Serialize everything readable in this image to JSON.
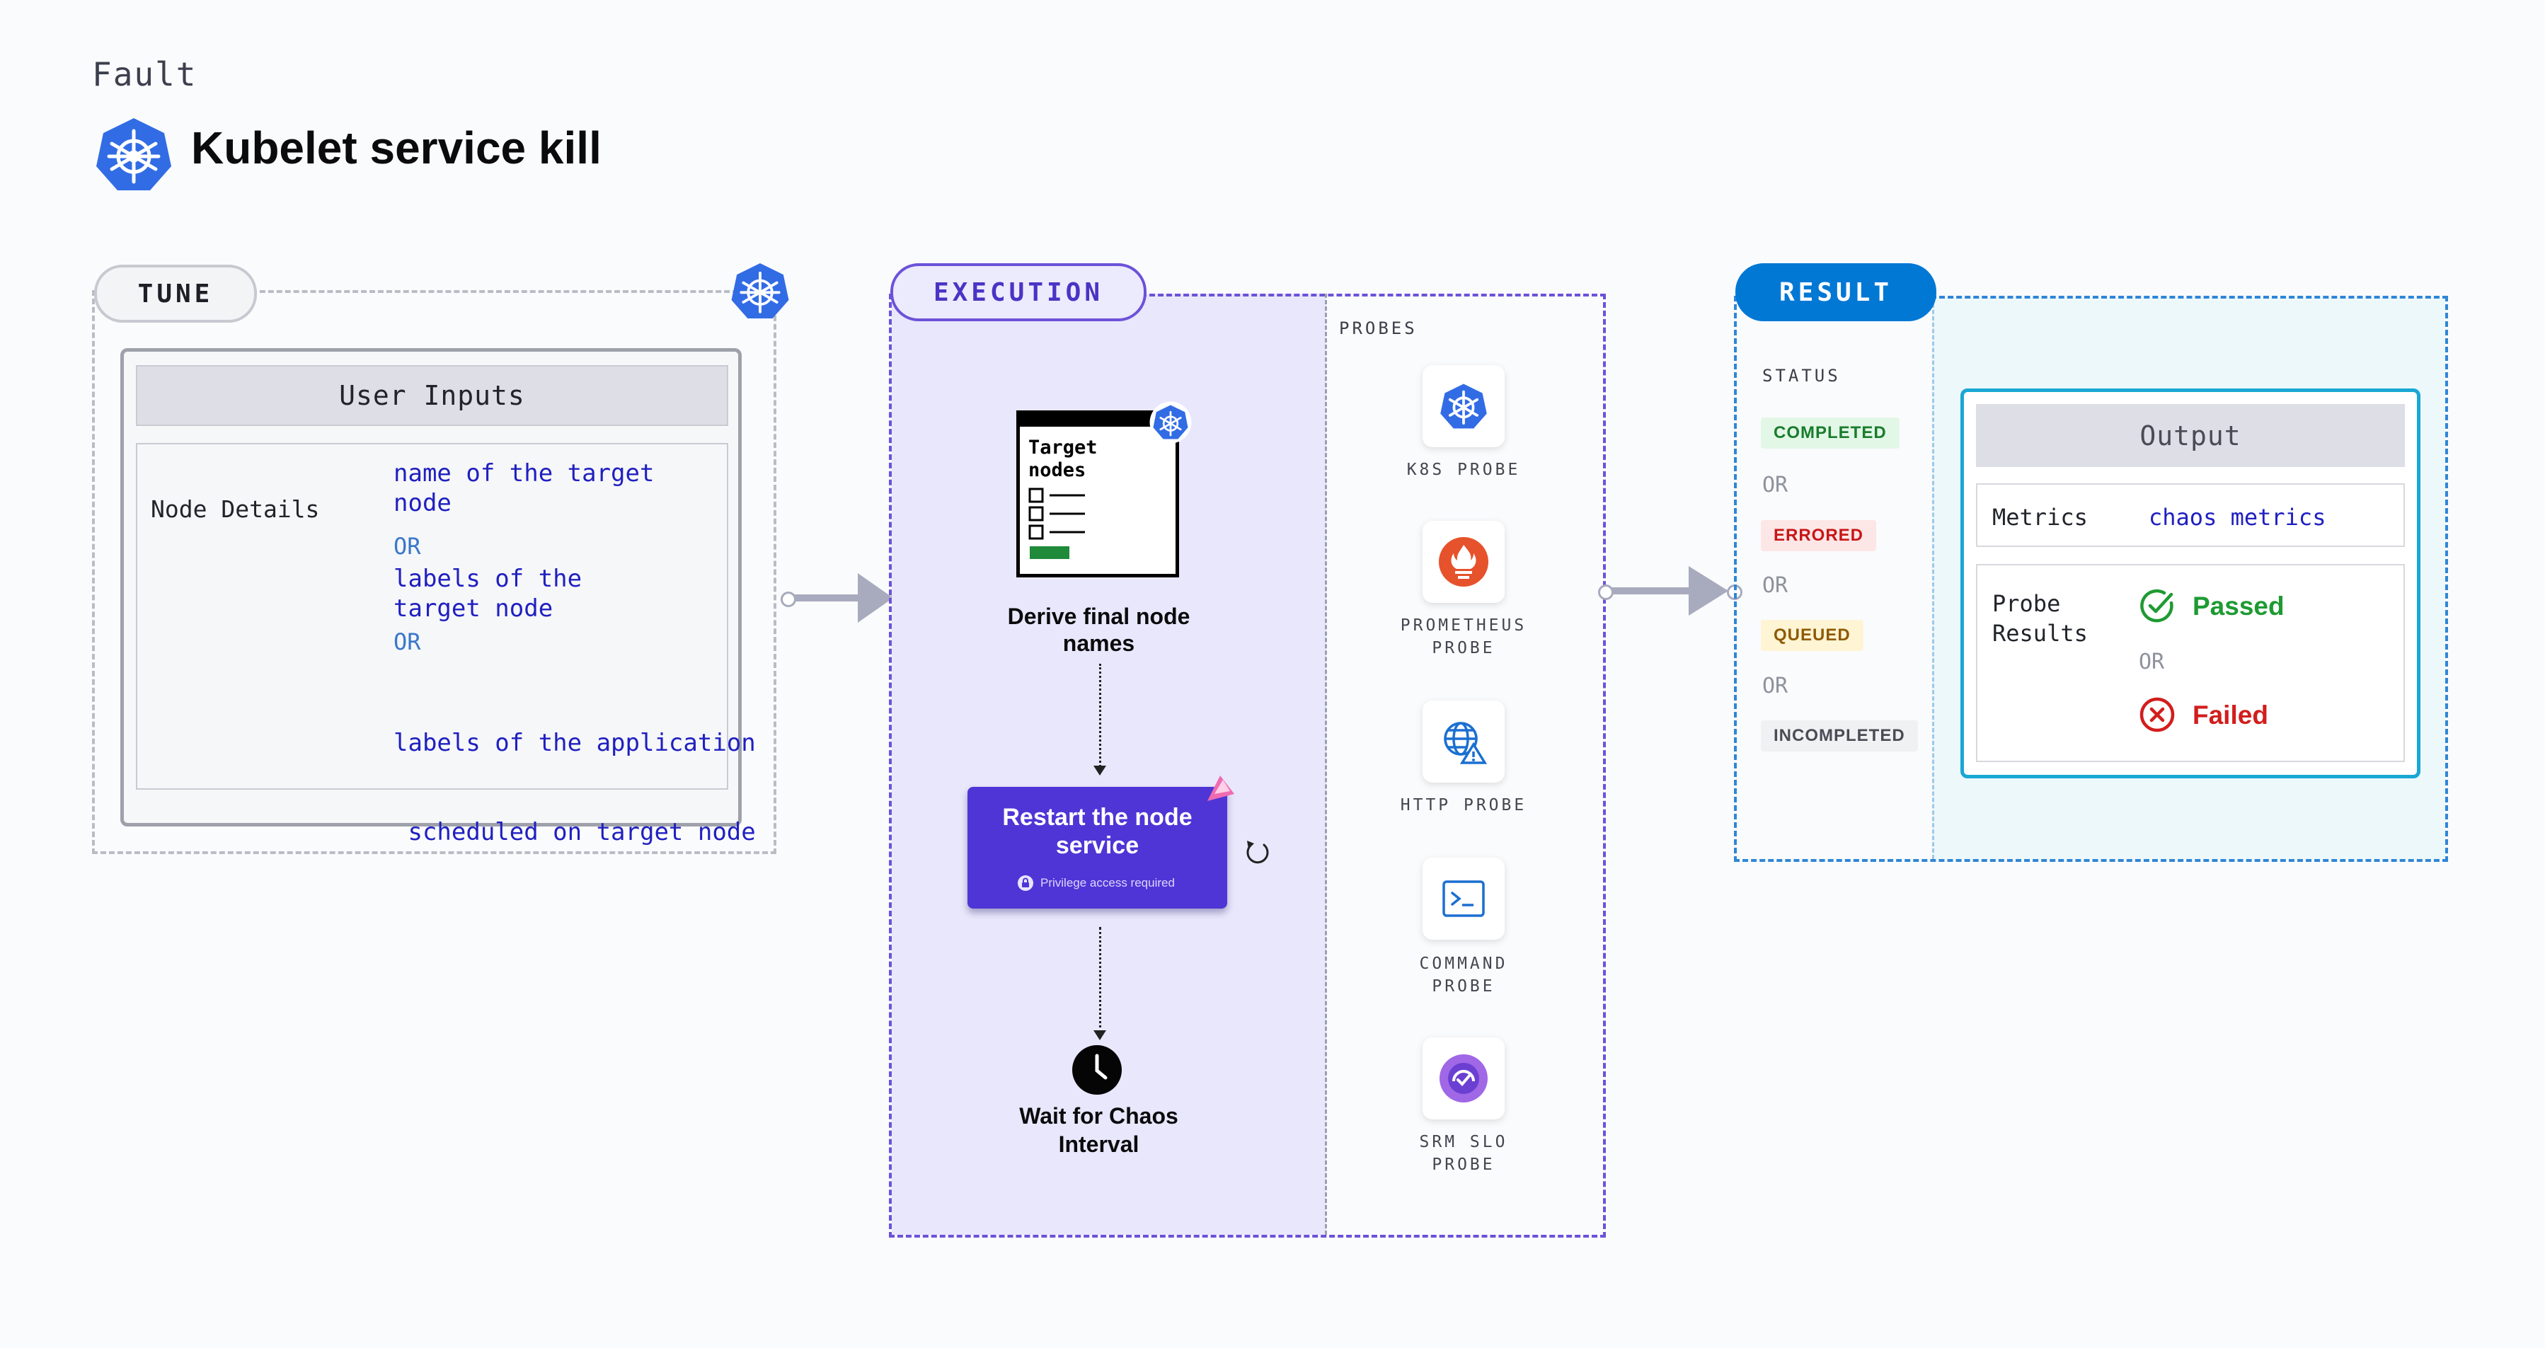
{
  "header": {
    "category": "Fault",
    "title": "Kubelet service kill"
  },
  "tune": {
    "label": "TUNE",
    "card_title": "User Inputs",
    "row_label": "Node Details",
    "options": [
      [
        "name of the target",
        "node"
      ],
      [
        "labels of the",
        "target node"
      ],
      [
        "labels of the application",
        " scheduled on target node"
      ]
    ],
    "or_text": "OR"
  },
  "execution": {
    "label": "EXECUTION",
    "probes_label": "PROBES",
    "doc_title": [
      "Target",
      "nodes"
    ],
    "steps": {
      "derive": [
        "Derive final node",
        "names"
      ],
      "restart": [
        "Restart the node",
        "service"
      ],
      "restart_note": "Privilege access required",
      "wait": [
        "Wait for Chaos",
        "Interval"
      ]
    },
    "probes": [
      {
        "name": [
          "K8S PROBE"
        ],
        "icon": "k8s-icon"
      },
      {
        "name": [
          "PROMETHEUS",
          "PROBE"
        ],
        "icon": "prometheus-icon"
      },
      {
        "name": [
          "HTTP PROBE"
        ],
        "icon": "http-globe-icon"
      },
      {
        "name": [
          "COMMAND",
          "PROBE"
        ],
        "icon": "terminal-icon"
      },
      {
        "name": [
          "SRM SLO",
          "PROBE"
        ],
        "icon": "srm-slo-icon"
      }
    ]
  },
  "result": {
    "label": "RESULT",
    "status_label": "STATUS",
    "statuses": [
      "COMPLETED",
      "ERRORED",
      "QUEUED",
      "INCOMPLETED"
    ],
    "or_text": "OR",
    "output_title": "Output",
    "metrics_label": "Metrics",
    "metrics_value": "chaos metrics",
    "probe_results_label": [
      "Probe",
      "Results"
    ],
    "passed": "Passed",
    "failed": "Failed"
  },
  "colors": {
    "tune_border": "#b9bcc4",
    "execution_accent": "#6c52d9",
    "result_accent": "#0278d5",
    "restart_card": "#4f35d6",
    "passed": "#1e9a32",
    "failed": "#d21d1d",
    "k8s_blue": "#326ce5"
  }
}
